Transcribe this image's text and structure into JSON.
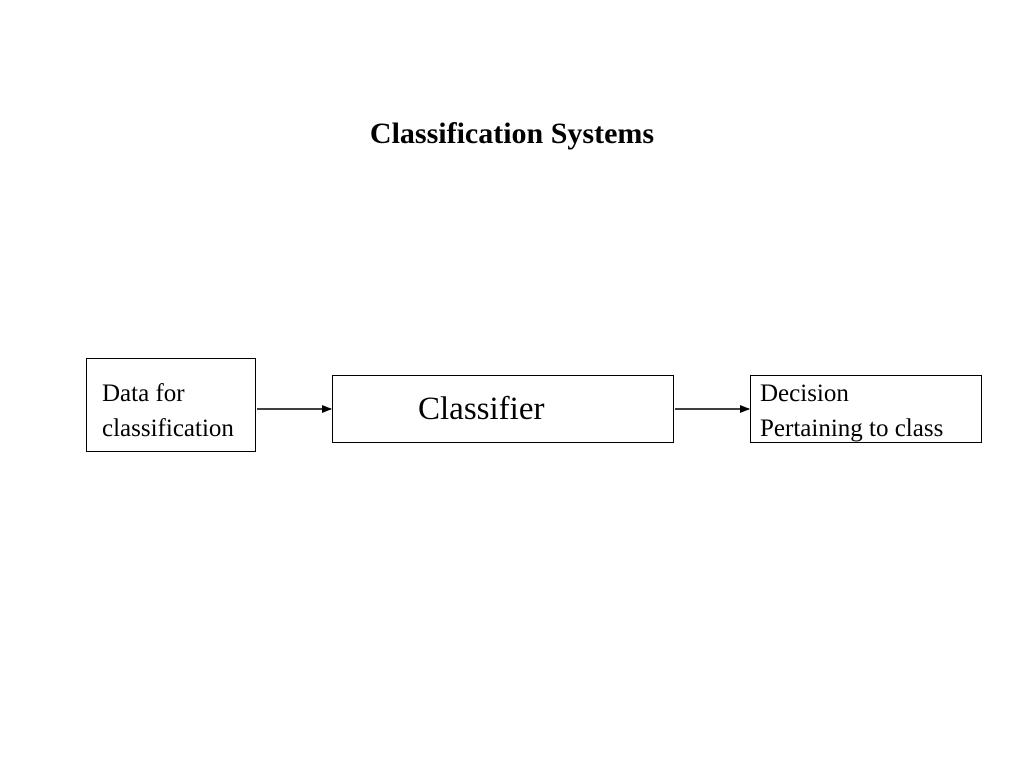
{
  "slide": {
    "title": "Classification Systems"
  },
  "diagram": {
    "input_box": {
      "line1": "Data for",
      "line2": "classification"
    },
    "classifier_box": {
      "label": "Classifier"
    },
    "output_box": {
      "line1": "Decision",
      "line2": "Pertaining to class"
    }
  }
}
